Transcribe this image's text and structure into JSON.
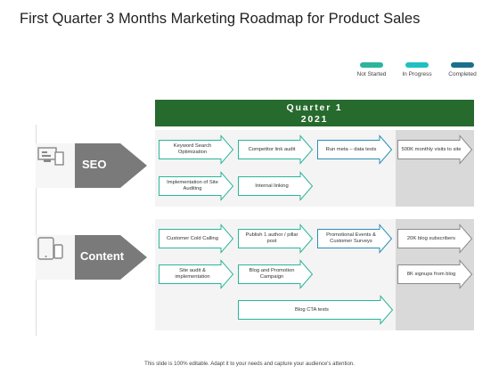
{
  "title": "First Quarter 3 Months Marketing Roadmap for Product Sales",
  "legend": [
    {
      "label": "Not Started",
      "color": "#2bb59a"
    },
    {
      "label": "In Progress",
      "color": "#1fc0c4"
    },
    {
      "label": "Completed",
      "color": "#1d6e8c"
    }
  ],
  "quarter": {
    "line1": "Quarter 1",
    "line2": "2021"
  },
  "categories": {
    "seo": {
      "label": "SEO",
      "icon": "monitor-devices-icon"
    },
    "content": {
      "label": "Content",
      "icon": "tablet-phone-icon"
    }
  },
  "tasks": {
    "t1": "Keyword Search Optimization",
    "t2": "Competitor link audit",
    "t3": "Run meta – data tests",
    "t4": "500K monthly visits to site",
    "t5": "Implementation of Site Auditing",
    "t6": "Internal linking",
    "t7": "Customer Cold Calling",
    "t8": "Publish 1 author / pillar post",
    "t9": "Promotional Events & Customer Surveys",
    "t10": "20K blog subscribers",
    "t11": "Site audit & implementation",
    "t12": "Blog and Promotion Campaign",
    "t13": "8K signups from blog",
    "t14": "Blog CTA tests"
  },
  "colors": {
    "header": "#276a2e",
    "arrow_stroke": "#2bb59a",
    "arrow_stroke_blue": "#2a8fb4",
    "arrow_stroke_grey": "#8a8a8a",
    "category": "#7a7a7a"
  },
  "footer": "This slide is 100% editable. Adapt it to your needs and capture your audience's attention."
}
